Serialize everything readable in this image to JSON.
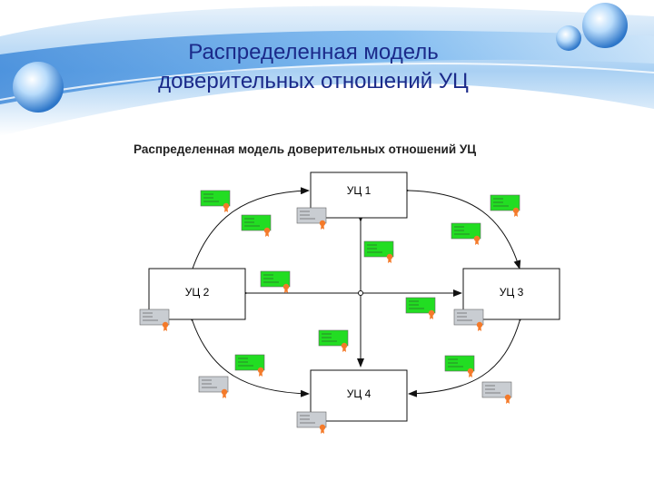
{
  "slide": {
    "title_line1": "Распределенная модель",
    "title_line2": "доверительных отношений УЦ"
  },
  "diagram": {
    "title": "Распределенная модель доверительных отношений УЦ",
    "nodes": [
      "УЦ 1",
      "УЦ 2",
      "УЦ 3",
      "УЦ 4"
    ]
  },
  "colors": {
    "header_blue": "#3d8fe0",
    "title_text": "#1b2a8a",
    "cert_green": "#22dd22",
    "cert_gray": "#c9cdd2",
    "seal": "#f47a2a"
  },
  "icons": {
    "certificate": "certificate-icon",
    "seal": "seal-icon"
  }
}
